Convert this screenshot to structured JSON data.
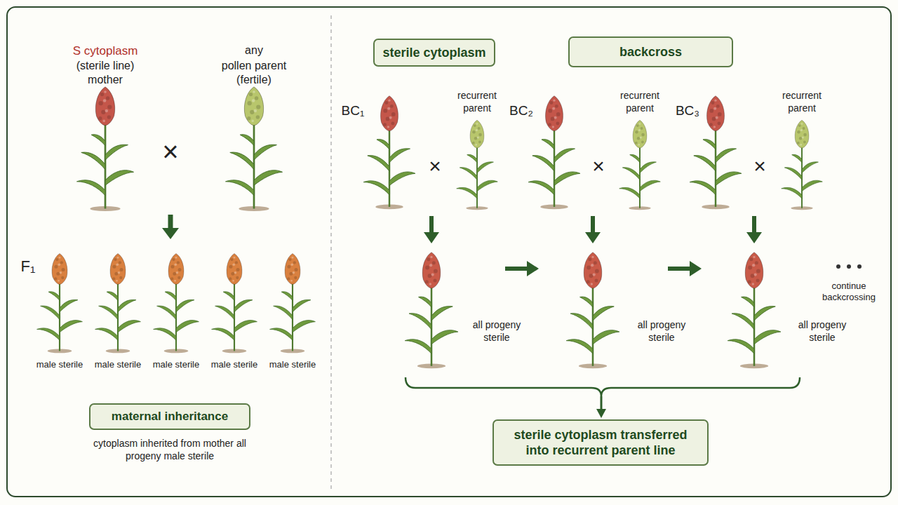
{
  "diagram": {
    "nodes": [
      {
        "text": [
          "maternal inheritance"
        ]
      },
      {
        "text": [
          "sterile cytoplasm"
        ]
      },
      {
        "text": [
          "backcross"
        ]
      },
      {
        "text": [
          "sterile cytoplasm transferred into recurrent parent line"
        ]
      }
    ],
    "labels": [
      "S cytoplasm",
      "(sterile line)",
      "mother",
      "any",
      "pollen parent",
      "(fertile)",
      "×",
      "F₁",
      "male sterile",
      "male sterile",
      "male sterile",
      "male sterile",
      "male sterile",
      "cytoplasm inherited from mother all progeny male sterile",
      "BC₁",
      "recurrent parent",
      "×",
      "BC₂",
      "recurrent parent",
      "×",
      "BC₃",
      "recurrent parent",
      "×",
      "all progeny sterile",
      "all progeny sterile",
      "all progeny sterile",
      "continue backcrossing"
    ]
  }
}
